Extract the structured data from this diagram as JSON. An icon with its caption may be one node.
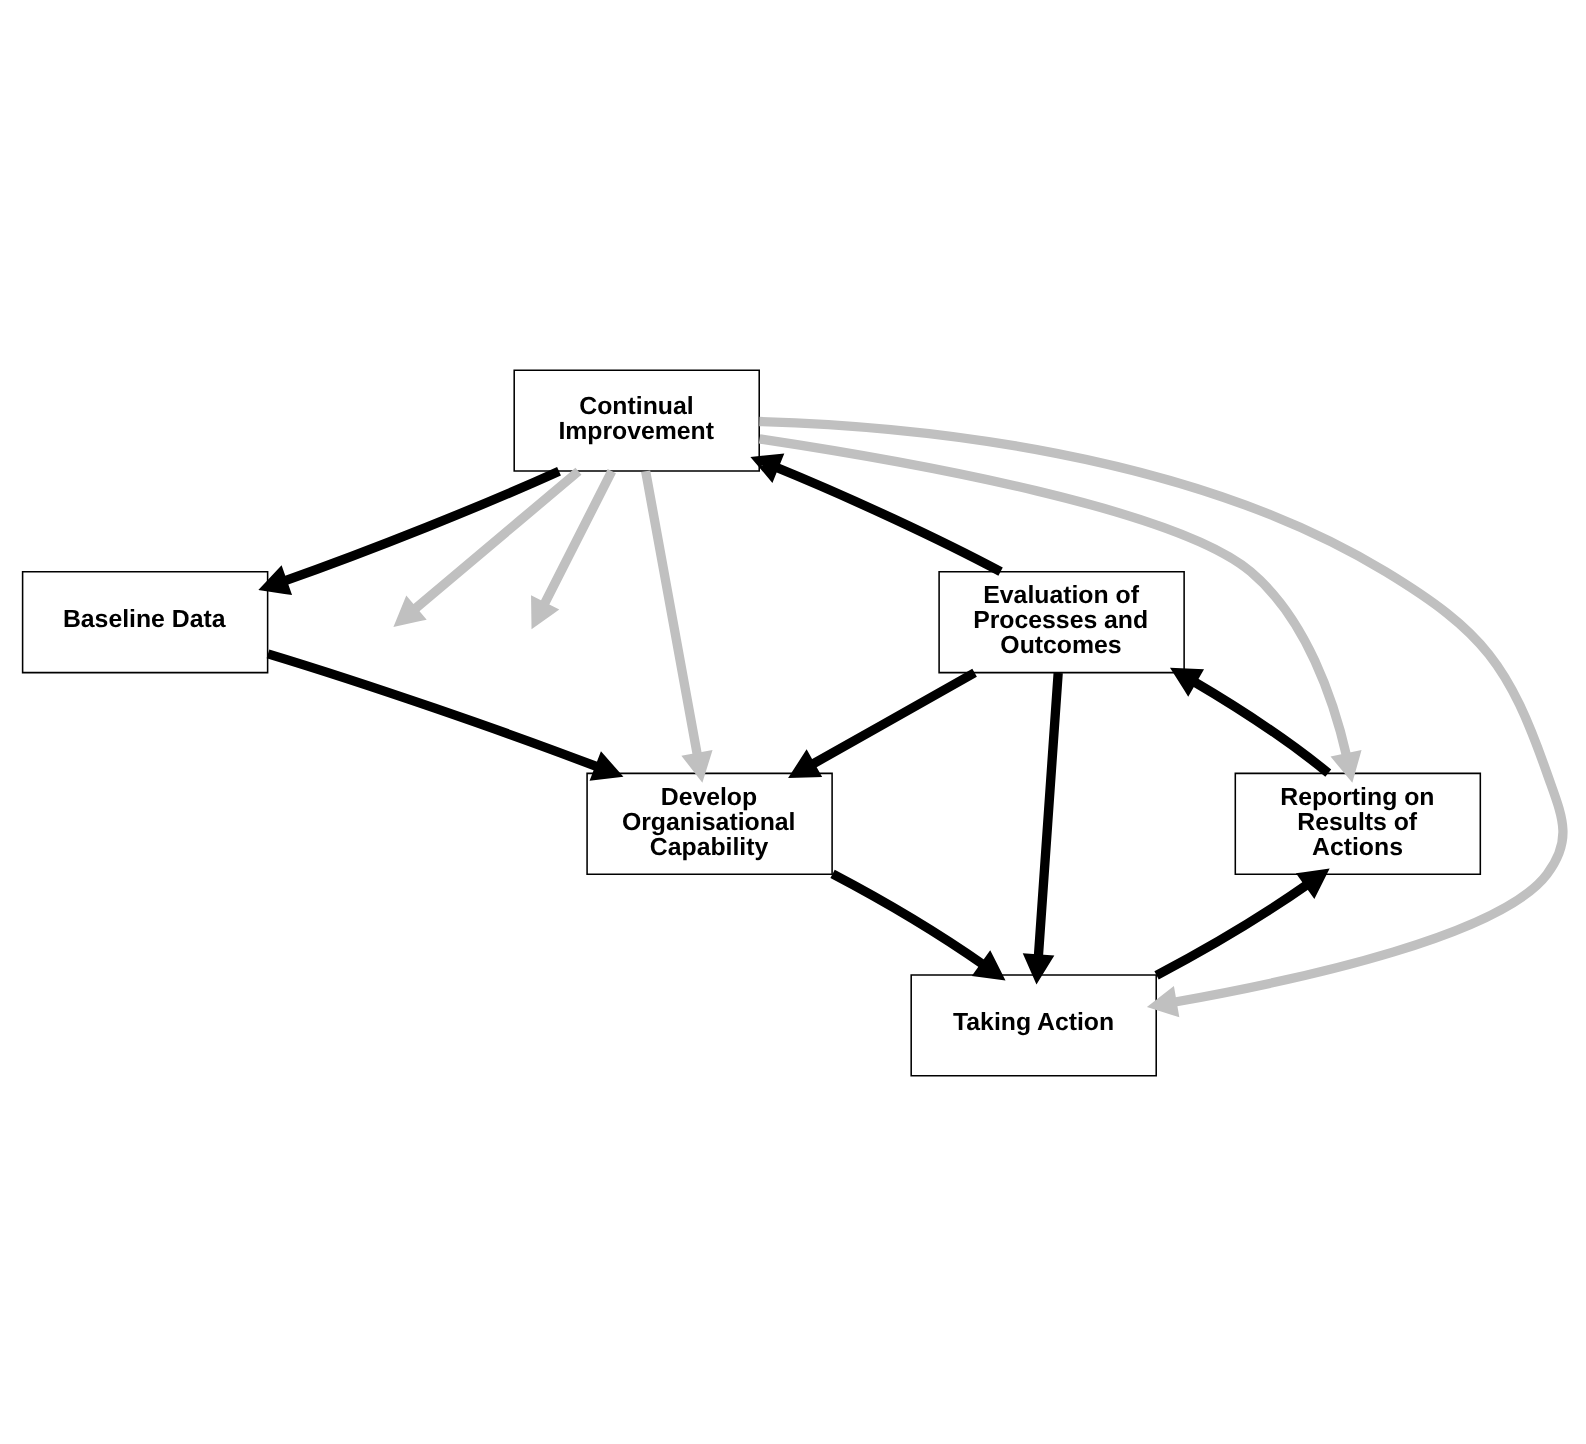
{
  "diagram": {
    "nodes": [
      {
        "text": [
          "Continual Improvement"
        ]
      },
      {
        "text": [
          "Baseline Data"
        ]
      },
      {
        "text": [
          "Evaluation of Processes and Outcomes"
        ]
      },
      {
        "text": [
          "Develop Organisational Capability"
        ]
      },
      {
        "text": [
          "Reporting on Results of Actions"
        ]
      },
      {
        "text": [
          "Taking Action"
        ]
      }
    ],
    "edges": [
      {
        "from": 0,
        "to": 1,
        "arrow": "to"
      },
      {
        "from": 0,
        "to": null,
        "arrow": "to",
        "color": "#c0c0c0"
      },
      {
        "from": 0,
        "to": null,
        "arrow": "to",
        "color": "#c0c0c0"
      },
      {
        "from": 0,
        "to": 3,
        "arrow": "to",
        "color": "#c0c0c0"
      },
      {
        "from": 0,
        "to": 5,
        "arrow": "to",
        "color": "#c0c0c0"
      },
      {
        "from": 0,
        "to": 4,
        "arrow": "to",
        "color": "#c0c0c0"
      },
      {
        "from": 1,
        "to": 3,
        "arrow": "to"
      },
      {
        "from": 2,
        "to": 3,
        "arrow": "to"
      },
      {
        "from": 2,
        "to": 5,
        "arrow": "to"
      },
      {
        "from": 3,
        "to": 5,
        "arrow": "to"
      },
      {
        "from": 5,
        "to": 4,
        "arrow": "to"
      },
      {
        "from": 4,
        "to": 2,
        "arrow": "to"
      },
      {
        "from": 2,
        "to": 0,
        "arrow": "to"
      }
    ]
  }
}
